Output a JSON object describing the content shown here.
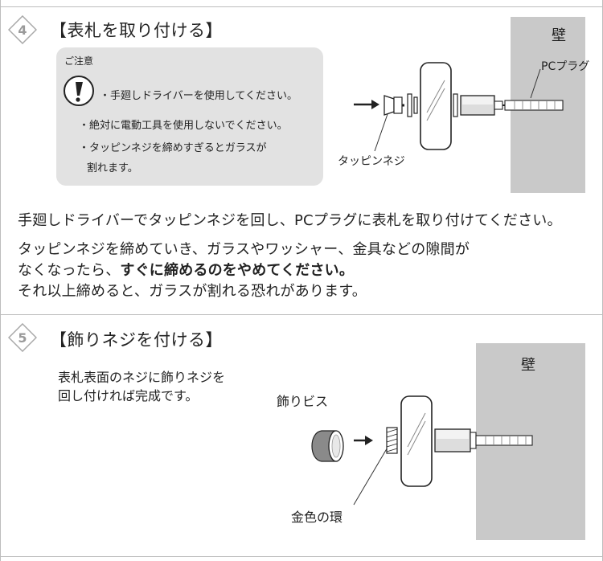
{
  "step4": {
    "number": "4",
    "title": "【表札を取り付ける】",
    "caution": {
      "title": "ご注意",
      "items": [
        "・手廻しドライバーを使用してください。",
        "・絶対に電動工具を使用しないでください。",
        "・タッピンネジを締めすぎるとガラスが",
        "割れます。"
      ]
    },
    "diagram": {
      "wall_label": "壁",
      "plug_label": "PCプラグ",
      "screw_label": "タッピンネジ",
      "arrow": "→"
    },
    "instruction": "手廻しドライバーでタッピンネジを回し、PCプラグに表札を取り付けてください。",
    "warning": {
      "line1": "タッピンネジを締めていき、ガラスやワッシャー、金具などの隙間が",
      "line2_prefix": "なくなったら、",
      "line2_bold": "すぐに締めるのをやめてください。",
      "line3": "それ以上締めると、ガラスが割れる恐れがあります。"
    }
  },
  "step5": {
    "number": "5",
    "title": "【飾りネジを付ける】",
    "description": [
      "表札表面のネジに飾りネジを",
      "回し付ければ完成です。"
    ],
    "diagram": {
      "wall_label": "壁",
      "cap_label": "飾りビス",
      "ring_label": "金色の環",
      "arrow": "→"
    }
  },
  "colors": {
    "badge_fill": "#ffffff",
    "badge_stroke": "#a8a8a8",
    "badge_number": "#9a9a9a",
    "caution_bg": "#e2e2e2",
    "wall": "#c9c9c9",
    "divider": "#bdbdbd"
  },
  "icons": [
    "diamond-step-badge",
    "warning-exclamation-icon",
    "arrow-right-icon"
  ]
}
